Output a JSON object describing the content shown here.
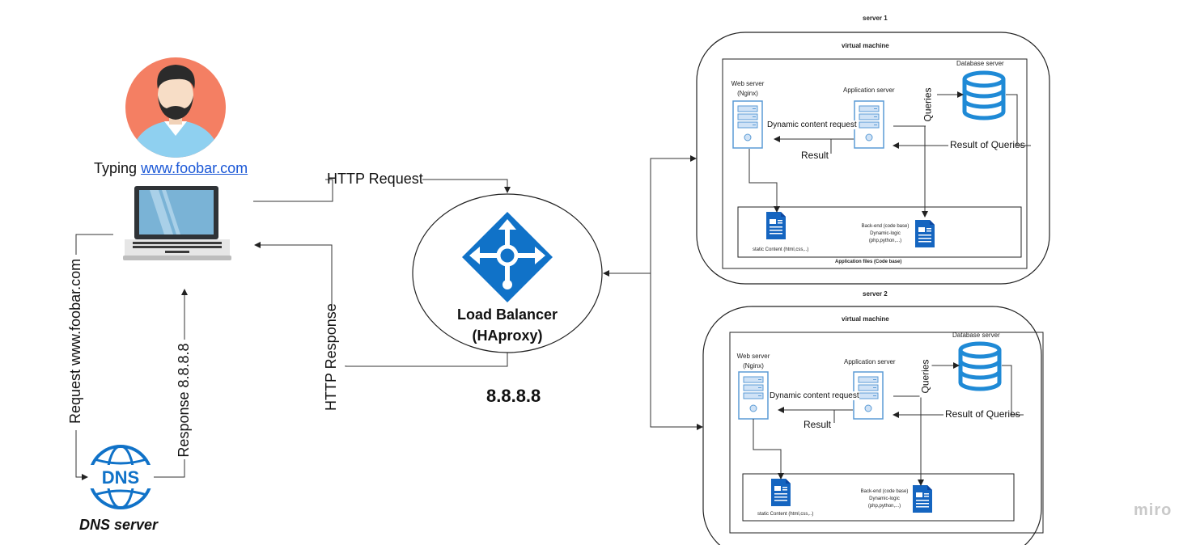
{
  "user": {
    "typing_prefix": "Typing",
    "typing_url": "www.foobar.com"
  },
  "dns": {
    "label": "DNS server",
    "icon_text": "DNS",
    "request_label": "Request www.foobar.com",
    "response_label": "Response 8.8.8.8"
  },
  "http": {
    "request_label": "HTTP Request",
    "response_label": "HTTP Response"
  },
  "load_balancer": {
    "line1": "Load Balancer",
    "line2": "(HAproxy)",
    "ip": "8.8.8.8"
  },
  "servers": [
    {
      "title": "server 1",
      "vm_label": "virtual  machine",
      "web_server": [
        "Web server",
        "(Nginx)"
      ],
      "app_server": "Application server",
      "db_server": "Database server",
      "queries": "Queries",
      "result_of_queries": "Result of Queries",
      "dynamic_request": "Dynamic content request",
      "result": "Result",
      "static_content": "static Content (html,css,..)",
      "backend": [
        "Back-end (code base)",
        "Dynamic-logic",
        "(php,python,...)"
      ],
      "files_label": "Application files (Code base)"
    },
    {
      "title": "server 2",
      "vm_label": "virtual  machine",
      "web_server": [
        "Web server",
        "(Nginx)"
      ],
      "app_server": "Application server",
      "db_server": "Database server",
      "queries": "Queries",
      "result_of_queries": "Result of Queries",
      "dynamic_request": "Dynamic content request",
      "result": "Result",
      "static_content": "static Content (html,css,..)",
      "backend": [
        "Back-end (code base)",
        "Dynamic-logic",
        "(php,python,...)"
      ],
      "files_label": ""
    }
  ],
  "watermark": "miro",
  "colors": {
    "avatar_bg": "#f47f63",
    "azure_blue": "#1072c8",
    "server_blue": "#5b9bd5",
    "line": "#333333",
    "link": "#1a57d6"
  }
}
